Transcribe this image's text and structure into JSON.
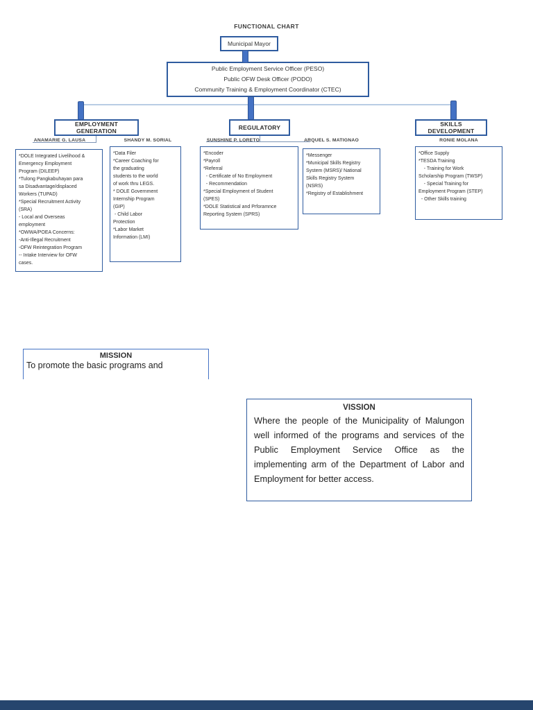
{
  "page_title": "FUNCTIONAL CHART",
  "org": {
    "mayor": "Municipal Mayor",
    "office": {
      "lines": [
        "Public Employment Service Officer (PESO)",
        "Public OFW Desk Officer (PODO)",
        "Community Training & Employment Coordinator (CTEC)"
      ]
    },
    "branches": [
      {
        "label": "EMPLOYMENT GENERATION"
      },
      {
        "label": "REGULATORY"
      },
      {
        "label": "SKILLS DEVELOPMENT"
      }
    ],
    "staff": [
      {
        "name": "ANAMARIE G. LAUSA",
        "duties": "*DOLE Integrated Livelihood &\nEmergency Employment\nProgram (DILEEP)\n*Tulong Pangkabuhayan para\nsa Disadvantage/displaced\nWorkers (TUPAD)\n*Special Recruitment Activity\n(SRA)\n- Local and Overseas\nemployment\n*OWWA/POEA Concerns:\n-Anti-Illegal Recruitment\n-OFW Reintegration Program\n-- Intake Interview for OFW\ncases."
      },
      {
        "name": "SHANDY M. SORIAL",
        "duties": "*Data Filer\n*Career Coaching for\nthe graduating\nstudents to the world\nof work thru LEGS.\n* DOLE Government\nInternship Program\n(GIP)\n - Child Labor\nProtection\n*Labor Market\nInformation (LMI)"
      },
      {
        "name": "SUNSHINE P. LORETO",
        "duties": "*Encoder\n*Payroll\n*Referral\n  - Certificate of No Employment\n  - Recommendation\n*Special Employment of Student\n(SPES)\n*DOLE Statistical and Prforamnce\nReporting System (SPRS)"
      },
      {
        "name": "ARQUEL S. MATIGNAO",
        "duties": "*Messenger\n*Municipal Skills Registry\nSystem (MSRS)/ National\nSkills Registry System\n(NSRS)\n*Registry of Establishment"
      },
      {
        "name": "RONIE MOLANA",
        "duties": "*Office Supply\n*TESDA Training\n    - Training for Work\nScholarship Program (TWSP)\n    - Special Training for\nEmployment Program (STEP)\n  - Other Skills training"
      }
    ]
  },
  "mission": {
    "title": "MISSION",
    "body": "To promote the basic programs and"
  },
  "vision": {
    "title": "VISSION",
    "body": "Where the people of the Municipality of Malungon well informed of the programs and services of the Public Employment Service Office as the implementing arm of the Department of Labor and Employment for better access."
  },
  "colors": {
    "node_border": "#2e5b9f",
    "connector_fill": "#4472c4",
    "connector_line": "#b8cce4",
    "footer_bar": "#26456e"
  }
}
